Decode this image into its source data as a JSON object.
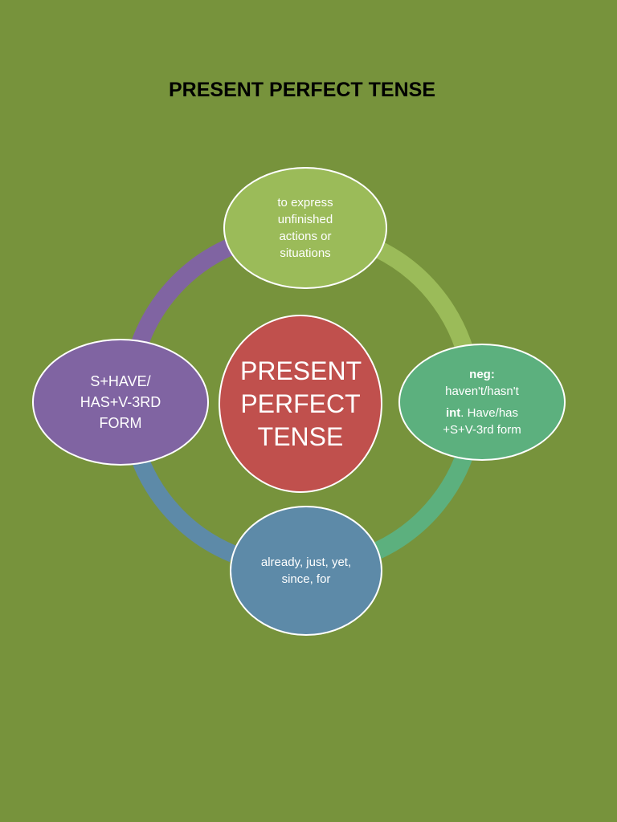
{
  "title": "PRESENT PERFECT TENSE",
  "center": {
    "text": "PRESENT PERFECT TENSE"
  },
  "nodes": {
    "top": {
      "text": "to express unfinished actions or situations",
      "color": "#9bbb59"
    },
    "right": {
      "neg_label": "neg:",
      "neg_text": "haven't/hasn't",
      "int_label": "int",
      "int_text": ". Have/has",
      "int_text2": "+S+V-3rd form",
      "color": "#5cb07e"
    },
    "bottom": {
      "text": "already, just, yet, since, for",
      "color": "#5d8aa8"
    },
    "left": {
      "text": "S+HAVE/ HAS+V-3RD FORM",
      "color": "#8064a2"
    }
  },
  "colors": {
    "background": "#77933c",
    "center": "#c0504d",
    "ring_top_right": "#9bbb59",
    "ring_right_bottom": "#5cb07e",
    "ring_bottom_left": "#5d8aa8",
    "ring_left_top": "#8064a2"
  }
}
